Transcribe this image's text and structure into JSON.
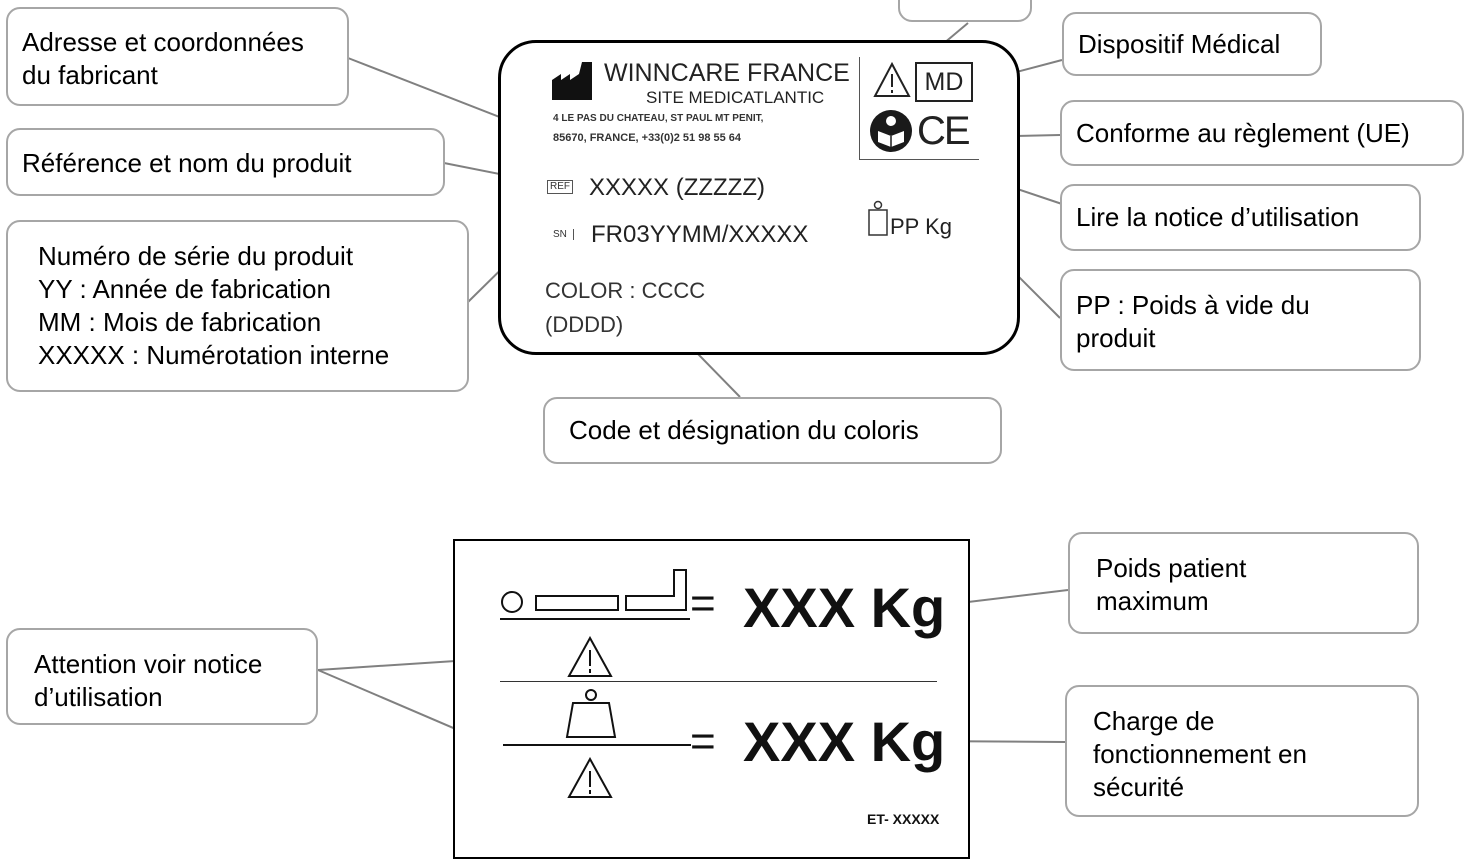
{
  "callouts": {
    "manufacturer": [
      "Adresse et coordonnées",
      "du fabricant"
    ],
    "reference": "Référence et nom du produit",
    "serial": [
      "Numéro de série du produit",
      "YY : Année de fabrication",
      "MM : Mois de fabrication",
      "XXXXX : Numérotation interne"
    ],
    "medical_device": "Dispositif Médical",
    "conformity": "Conforme au règlement (UE)",
    "read_manual": "Lire la notice d’utilisation",
    "empty_weight": [
      "PP : Poids à vide du",
      "produit"
    ],
    "color_code": "Code et désignation du coloris",
    "attention": [
      "Attention voir notice",
      "d’utilisation"
    ],
    "max_patient_weight": [
      "Poids patient",
      "maximum"
    ],
    "safe_working_load": [
      "Charge de",
      "fonctionnement en",
      "sécurité"
    ]
  },
  "label1": {
    "brand": "WINNCARE FRANCE",
    "site": "SITE MEDICATLANTIC",
    "address_line1": "4 LE PAS DU CHATEAU, ST PAUL MT PENIT,",
    "address_line2": "85670, FRANCE, +33(0)2 51 98 55 64",
    "md_badge": "MD",
    "ce_mark": "CE",
    "ref_tag": "REF",
    "ref_value": "XXXXX (ZZZZZ)",
    "sn_tag": "SN",
    "sn_value": "FR03YYMM/XXXXX",
    "weight_value": "PP Kg",
    "color_line1": "COLOR : CCCC",
    "color_line2": "(DDDD)"
  },
  "label2": {
    "row1_value": "XXX Kg",
    "row2_value": "XXX Kg",
    "equals": "=",
    "footer_code": "ET- XXXXX"
  }
}
